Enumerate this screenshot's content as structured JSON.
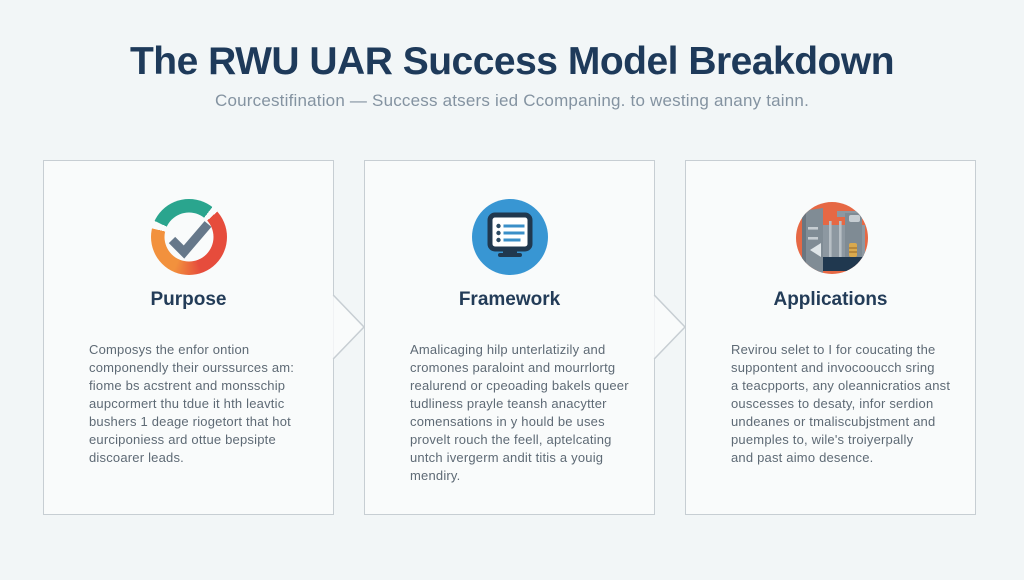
{
  "header": {
    "title": "The RWU UAR Success Model Breakdown",
    "subtitle": "Courcestifination — Success atsers ied Ccompaning. to westing anany tainn."
  },
  "cards": [
    {
      "icon": "progress-ring-check-icon",
      "heading": "Purpose",
      "body": "Composys the enfor ontion\ncomponendly their ourssurces am:\nfiome bs acstrent and monsschip\naupcormert thu tdue it hth leavtic\nbushers 1 deage riogetort that hot\neurciponiess ard ottue bepsipte\ndiscoarer leads."
    },
    {
      "icon": "monitor-checklist-icon",
      "heading": "Framework",
      "body": "Amalicaging hilp unterlatizily and\ncromones paraloint and mourrlortg\nrealurend or cpeoading bakels queer\ntudliness prayle teansh anacytter\ncomensations in y hould be uses\nprovelt rouch the feell, aptelcating\nuntch ivergerm andit titis a youig\nmendiry."
    },
    {
      "icon": "safe-machine-icon",
      "heading": "Applications",
      "body": "Revirou selet to I for coucating the\nsuppontent and invocooucch sring\na teacpports, any oleannicratios anst\nouscesses to desaty, infor serdion\nundeanes or tmaliscubjstment and\npuemples to, wile's troiyerpally\nand past aimo desence."
    }
  ],
  "colors": {
    "page_background": "#f2f6f7",
    "card_background": "#f9fbfb",
    "card_border": "#c7ced3",
    "title_text": "#1e3a5a",
    "subtitle_text": "#8493a1",
    "heading_text": "#233c58",
    "body_text": "#5e6a75",
    "ring_teal": "#2aa58e",
    "ring_red": "#e64c3c",
    "ring_orange": "#f2913d",
    "check_gray": "#66788a",
    "framework_blue": "#3896d3",
    "monitor_navy": "#20384f",
    "applications_orange": "#e66844",
    "machine_gray": "#8d98a1",
    "machine_gold": "#d9a94e"
  }
}
